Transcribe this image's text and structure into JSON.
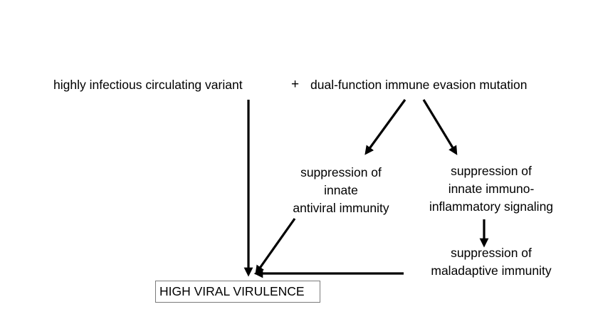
{
  "nodes": {
    "variant": "highly infectious circulating variant",
    "plus": "+",
    "mutation": "dual-function immune evasion mutation",
    "antiviral": [
      "suppression of",
      "innate",
      "antiviral immunity"
    ],
    "inflammatory": [
      "suppression of",
      "innate immuno-",
      "inflammatory signaling"
    ],
    "maladaptive": [
      "suppression of",
      "maladaptive immunity"
    ],
    "outcome": "HIGH VIRAL VIRULENCE"
  },
  "colors": {
    "text": "#000000",
    "arrow": "#000000",
    "box_border": "#7a7a7a"
  }
}
